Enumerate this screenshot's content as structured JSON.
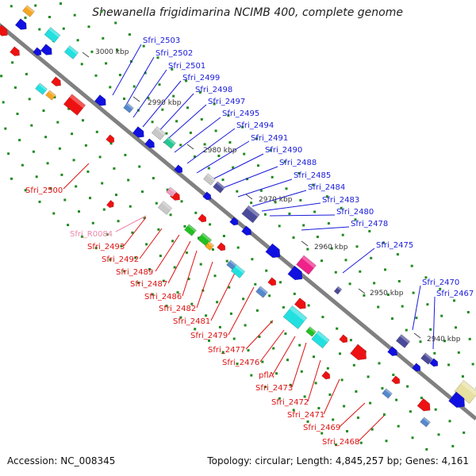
{
  "title": "Shewanella frigidimarina NCIMB 400, complete genome",
  "accession": "Accession: NC_008345",
  "topology": "Topology: circular; Length: 4,845,257 bp; Genes: 4,161",
  "colors": {
    "backbone": "#808080",
    "plus_label": "#1a1adb",
    "minus_label": "#dd1111",
    "rna_label": "#ee88aa",
    "dot": "#1f8a1f"
  },
  "ticks": [
    "3000 kbp",
    "2990 kbp",
    "2980 kbp",
    "2970 kbp",
    "2960 kbp",
    "2950 kbp",
    "2940 kbp"
  ],
  "plus_labels": [
    "Sfri_2503",
    "Sfri_2502",
    "Sfri_2501",
    "Sfri_2499",
    "Sfri_2498",
    "Sfri_2497",
    "Sfri_2495",
    "Sfri_2494",
    "Sfri_2491",
    "Sfri_2490",
    "Sfri_2488",
    "Sfri_2485",
    "Sfri_2484",
    "Sfri_2483",
    "Sfri_2480",
    "Sfri_2478",
    "Sfri_2475",
    "Sfri_2470",
    "Sfri_2467"
  ],
  "minus_labels": [
    "Sfri_2500",
    "Sfri_2493",
    "Sfri_2492",
    "Sfri_2489",
    "Sfri_2487",
    "Sfri_2486",
    "Sfri_2482",
    "Sfri_2481",
    "Sfri_2479",
    "Sfri_2477",
    "Sfri_2476",
    "pflA",
    "Sfri_2473",
    "Sfri_2472",
    "Sfri_2471",
    "Sfri_2469",
    "Sfri_2468"
  ],
  "rna_labels": [
    "Sfri_R0084"
  ]
}
